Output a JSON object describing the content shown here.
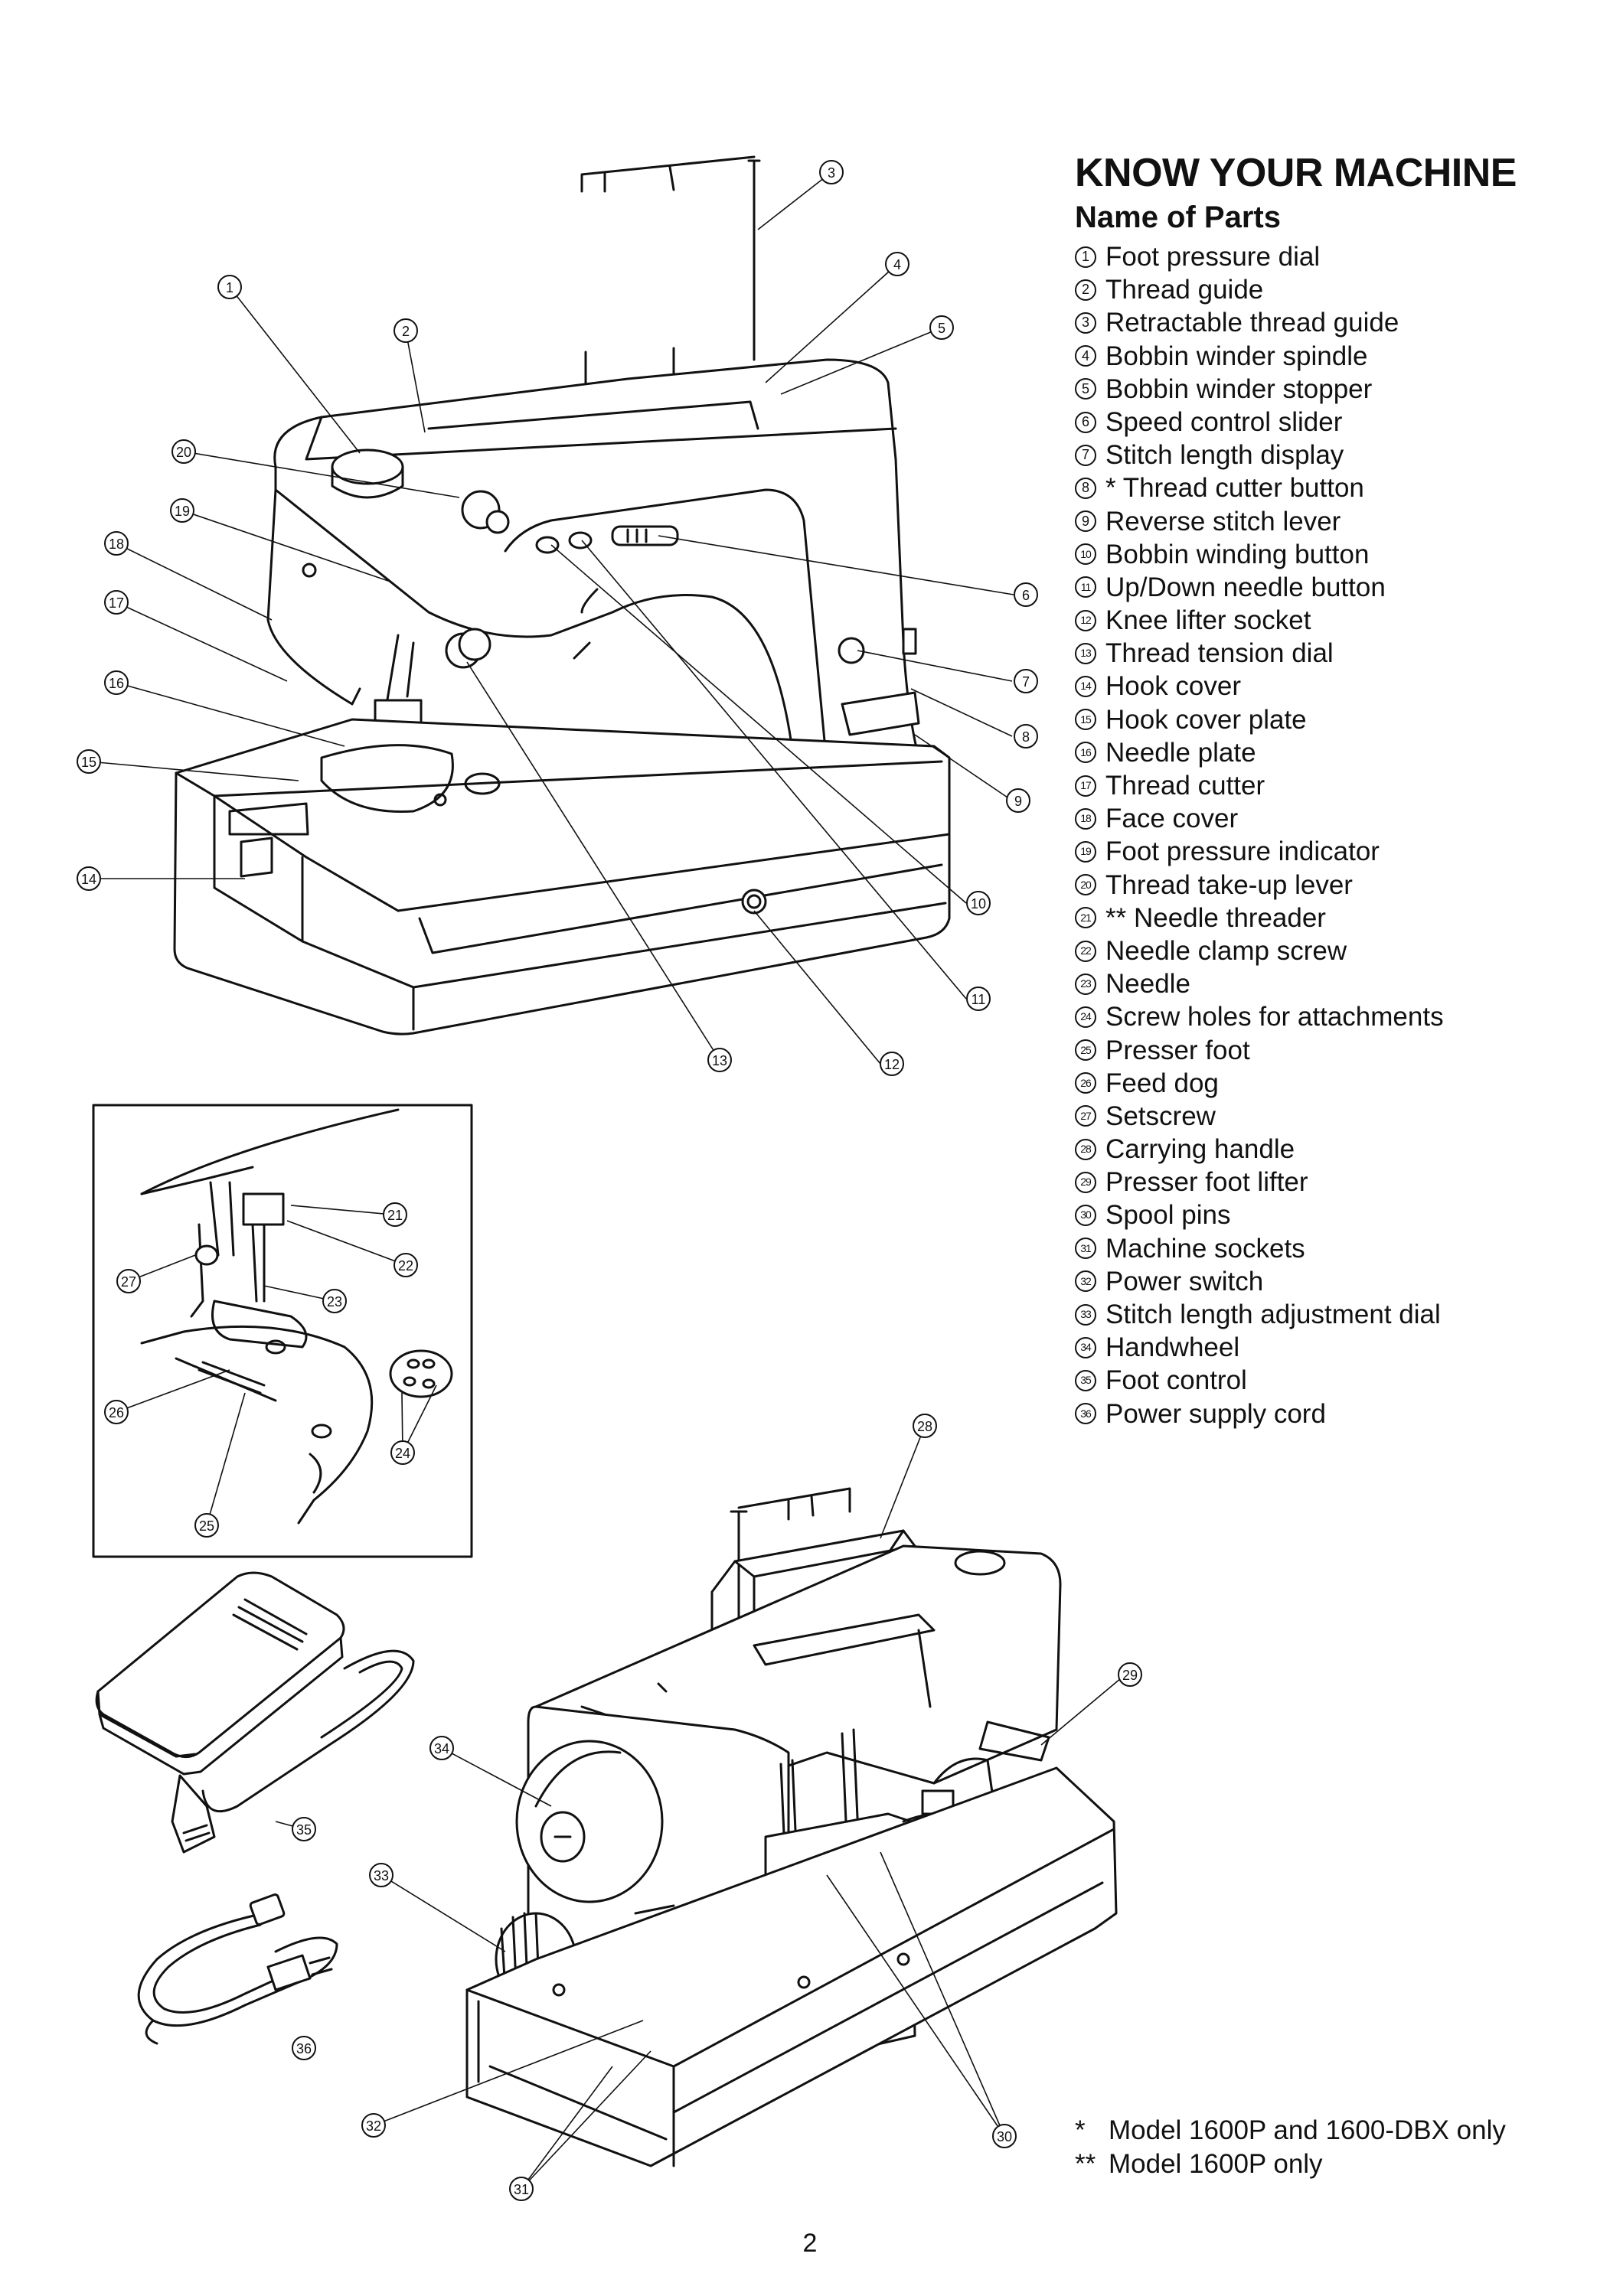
{
  "heading": "KNOW YOUR MACHINE",
  "subheading": "Name of Parts",
  "parts": [
    {
      "num": "1",
      "label": "Foot pressure dial"
    },
    {
      "num": "2",
      "label": "Thread guide"
    },
    {
      "num": "3",
      "label": "Retractable thread guide"
    },
    {
      "num": "4",
      "label": "Bobbin winder spindle"
    },
    {
      "num": "5",
      "label": "Bobbin winder stopper"
    },
    {
      "num": "6",
      "label": "Speed control slider"
    },
    {
      "num": "7",
      "label": "Stitch length display"
    },
    {
      "num": "8",
      "label": "* Thread cutter button"
    },
    {
      "num": "9",
      "label": "Reverse stitch lever"
    },
    {
      "num": "10",
      "label": "Bobbin winding button"
    },
    {
      "num": "11",
      "label": "Up/Down needle button"
    },
    {
      "num": "12",
      "label": "Knee lifter socket"
    },
    {
      "num": "13",
      "label": "Thread tension dial"
    },
    {
      "num": "14",
      "label": "Hook cover"
    },
    {
      "num": "15",
      "label": "Hook cover plate"
    },
    {
      "num": "16",
      "label": "Needle plate"
    },
    {
      "num": "17",
      "label": "Thread cutter"
    },
    {
      "num": "18",
      "label": "Face cover"
    },
    {
      "num": "19",
      "label": "Foot pressure indicator"
    },
    {
      "num": "20",
      "label": "Thread take-up lever"
    },
    {
      "num": "21",
      "label": "** Needle threader"
    },
    {
      "num": "22",
      "label": "Needle clamp screw"
    },
    {
      "num": "23",
      "label": "Needle"
    },
    {
      "num": "24",
      "label": "Screw holes for attachments"
    },
    {
      "num": "25",
      "label": "Presser foot"
    },
    {
      "num": "26",
      "label": "Feed dog"
    },
    {
      "num": "27",
      "label": "Setscrew"
    },
    {
      "num": "28",
      "label": "Carrying handle"
    },
    {
      "num": "29",
      "label": "Presser foot lifter"
    },
    {
      "num": "30",
      "label": "Spool pins"
    },
    {
      "num": "31",
      "label": "Machine sockets"
    },
    {
      "num": "32",
      "label": "Power switch"
    },
    {
      "num": "33",
      "label": "Stitch length adjustment dial"
    },
    {
      "num": "34",
      "label": "Handwheel"
    },
    {
      "num": "35",
      "label": "Foot control"
    },
    {
      "num": "36",
      "label": "Power supply cord"
    }
  ],
  "notes": [
    {
      "mark": "*",
      "text": "Model 1600P and 1600-DBX only"
    },
    {
      "mark": "**",
      "text": "Model 1600P only"
    }
  ],
  "page_number": "2"
}
